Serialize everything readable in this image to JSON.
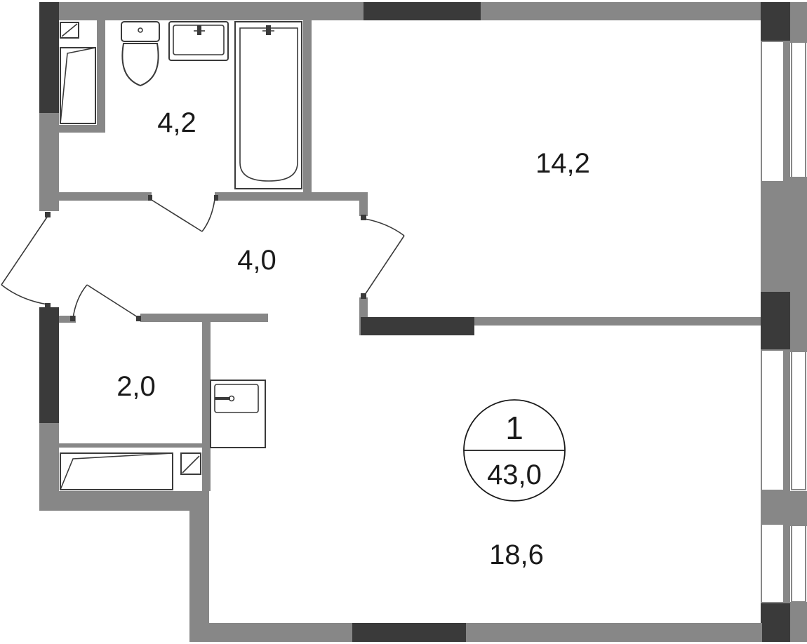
{
  "rooms": {
    "bathroom": {
      "area": "4,2"
    },
    "hallway": {
      "area": "4,0"
    },
    "closet": {
      "area": "2,0"
    },
    "bedroom": {
      "area": "14,2"
    },
    "living_kitchen": {
      "area": "18,6"
    }
  },
  "apartment_badge": {
    "rooms_count": "1",
    "total_area": "43,0"
  },
  "colors": {
    "wall": "#878787",
    "wall_dark": "#3a3a3a",
    "background": "#ffffff"
  }
}
